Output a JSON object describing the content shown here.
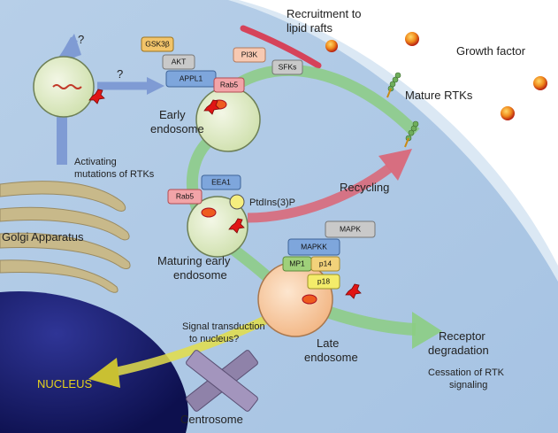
{
  "colors": {
    "cell_fill": "#c3d7ec",
    "membrane": "#d9e6f3",
    "nucleus": "#1c1f7a",
    "early_endosome_fill": "#e6efd2",
    "late_endosome_fill": "#f6c9a3",
    "green_path": "#8ccd83",
    "recycling_arrow": "#d9697a",
    "blue_arrow": "#7f9bd4",
    "yellow_arrow": "#e3de49",
    "lipid_raft": "#d6435a",
    "golgi": "#c8b98a",
    "centrosome": "#8f82a9"
  },
  "labels": {
    "question_top": "?",
    "question_mid": "?",
    "recruitment": [
      "Recruitment to",
      "lipid rafts"
    ],
    "growth_factor": "Growth factor",
    "mature_rtks": "Mature RTKs",
    "early_endosome": [
      "Early",
      "endosome"
    ],
    "activating_mutations": [
      "Activating",
      "mutations of RTKs"
    ],
    "recycling": "Recycling",
    "ptdins": "PtdIns(3)P",
    "golgi": "Golgi Apparatus",
    "maturing_early": [
      "Maturing early",
      "endosome"
    ],
    "signal_transduction": [
      "Signal transduction",
      "to nucleus?"
    ],
    "nucleus": "NUCLEUS",
    "centrosome": "Centrosome",
    "late_endosome": [
      "Late",
      "endosome"
    ],
    "receptor_degradation": [
      "Receptor",
      "degradation"
    ],
    "cessation": [
      "Cessation of RTK",
      "signaling"
    ]
  },
  "boxes": {
    "gsk3b": "GSK3β",
    "akt": "AKT",
    "appl1": "APPL1",
    "rab5_top": "Rab5",
    "pi3k": "PI3K",
    "sfks": "SFKs",
    "eea1": "EEA1",
    "rab5_mid": "Rab5",
    "mapk": "MAPK",
    "mapkk": "MAPKK",
    "mp1": "MP1",
    "p14": "p14",
    "p18": "p18"
  }
}
